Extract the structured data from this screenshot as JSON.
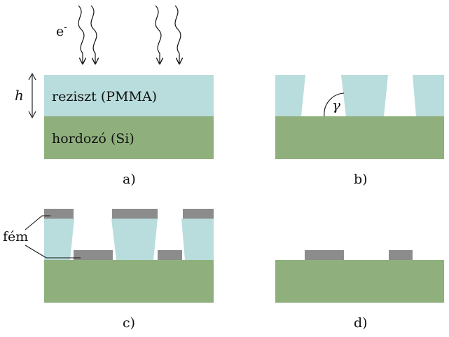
{
  "labels": {
    "electron": "e",
    "electron_sup": "-",
    "height_symbol": "h",
    "resist": "reziszt (PMMA)",
    "substrate": "hordozó (Si)",
    "angle_symbol": "γ",
    "metal": "fém"
  },
  "captions": {
    "a": "a)",
    "b": "b)",
    "c": "c)",
    "d": "d)"
  },
  "colors": {
    "resist": "#b9dcdc",
    "substrate": "#8fb07c",
    "metal": "#8c8c8c",
    "line": "#111111",
    "background": "#ffffff"
  }
}
